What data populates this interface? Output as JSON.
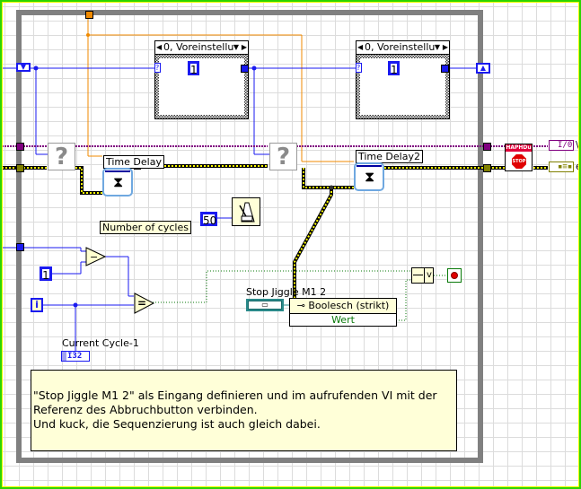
{
  "window": {
    "type": "LabVIEW block diagram"
  },
  "while_loop": {
    "left_shift_register_icon": "shift-register-down-icon",
    "right_shift_register_icon": "shift-register-up-icon",
    "iteration_terminal": "i",
    "top_tunnel_color": "#f08a00"
  },
  "case_structures": [
    {
      "selector": "0, Voreinstellu",
      "constant": "1"
    },
    {
      "selector": "0, Voreinstellu",
      "constant": "1"
    }
  ],
  "unknown_nodes": [
    {
      "glyph": "?"
    },
    {
      "glyph": "?"
    }
  ],
  "time_delays": [
    {
      "label": "Time Delay"
    },
    {
      "label": "Time Delay2"
    }
  ],
  "number_of_cycles_label": "Number of cycles",
  "wait_constant": "50",
  "subtract": {
    "constant": "1",
    "operator": "−"
  },
  "equal_operator": "=",
  "indicator": {
    "label": "Current Cycle-1",
    "type": "I32"
  },
  "property_node": {
    "reference_label": "Stop Jiggle M1 2",
    "class": "Boolesch (strikt)",
    "property": "Wert"
  },
  "or_node": {
    "glyph": "v"
  },
  "stop_node": {
    "header": "HAPHDu",
    "sign": "STOP"
  },
  "right_terminals": [
    {
      "text": "I/0",
      "suffix": "\\"
    },
    {
      "text": "▪≡▪",
      "suffix": "e"
    }
  ],
  "comment": {
    "lines": [
      "\"Stop Jiggle M1 2\" als Eingang definieren und im aufrufenden VI mit der",
      "Referenz des Abbruchbutton verbinden.",
      "Und kuck, die Sequenzierung ist auch gleich dabei."
    ]
  },
  "colors": {
    "int_wire": "#1a1af0",
    "bool_wire": "#0a7a0a",
    "refnum_wire": "#800080",
    "error_wire": "#ffff00",
    "orange_wire": "#f08a00",
    "loop_frame": "#808080"
  }
}
